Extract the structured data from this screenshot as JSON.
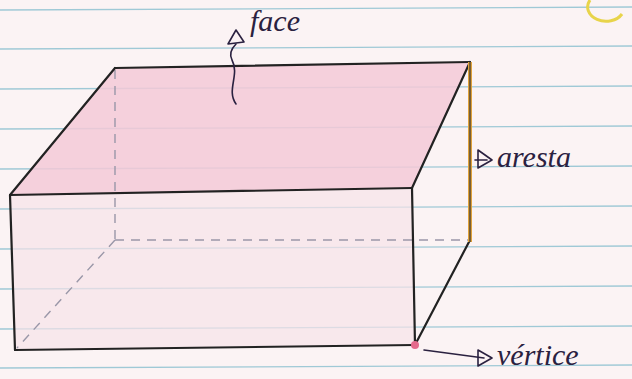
{
  "diagram": {
    "labels": [
      "face",
      "aresta",
      "vértice"
    ]
  }
}
